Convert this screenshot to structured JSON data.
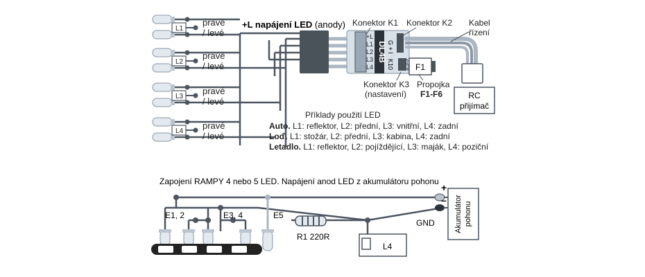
{
  "top": {
    "groups": [
      {
        "id": "L1",
        "side_top": "pravé",
        "side_bottom": "/ levé"
      },
      {
        "id": "L2",
        "side_top": "pravé",
        "side_bottom": "/ levé"
      },
      {
        "id": "L3",
        "side_top": "pravé",
        "side_bottom": "/ levé"
      },
      {
        "id": "L4",
        "side_top": "pravé",
        "side_bottom": "/ levé"
      }
    ],
    "power_label_bold": "+L napájení LED",
    "power_label_rest": " (anody)",
    "connector_k1": "Konektor K1",
    "connector_k2": "Konektor K2",
    "connector_k3_line1": "Konektor K3",
    "connector_k3_line2": "(nastavení)",
    "cable_line1": "Kabel",
    "cable_line2": "řízení",
    "module_name": "DL4B",
    "module_pins": [
      "+L",
      "L1",
      "L2",
      "L3",
      "L4"
    ],
    "module_side_top": "G + I",
    "module_side_bottom": "SET",
    "module_k10": "K10",
    "fuse_label": "F1",
    "jumper_line1": "Propojka",
    "jumper_line2": "F1-F6",
    "rc_line1": "RC",
    "rc_line2": "přijímač",
    "examples_title": "Příklady použití LED",
    "examples": [
      {
        "bold": "Auto.",
        "text": " L1: reflektor, L2: přední, L3: vnitřní, L4: zadní"
      },
      {
        "bold": "Loď.",
        "text": " L1: stožár, L2: přední, L3: kabina, L4: zadní"
      },
      {
        "bold": "Letadlo.",
        "text": "  L1: reflektor, L2: pojíždějící, L3: maják, L4: poziční"
      }
    ]
  },
  "bottom": {
    "caption": "Zapojení RAMPY 4 nebo 5 LED. Napájení anod LED z akumulátoru pohonu",
    "label_e12": "E1, 2",
    "label_e34": "E3, 4",
    "label_e5": "E5",
    "resistor_label": "R1  220R",
    "l4_label": "L4",
    "gnd_label": "GND",
    "plus_sign": "+",
    "minus_sign": "–",
    "battery_line1": "Akumulátor",
    "battery_line2": "pohonu"
  },
  "colors": {
    "wire": "#4d5560",
    "wire_light": "#aab6c2",
    "led_body": "#e3e9ef",
    "module_fill": "#d8e0e8",
    "block_dark": "#4a525a",
    "bar_dark": "#222222"
  },
  "icons": [
    "led-icon",
    "resistor-icon",
    "connector-block-icon",
    "rc-receiver-icon",
    "battery-icon"
  ]
}
